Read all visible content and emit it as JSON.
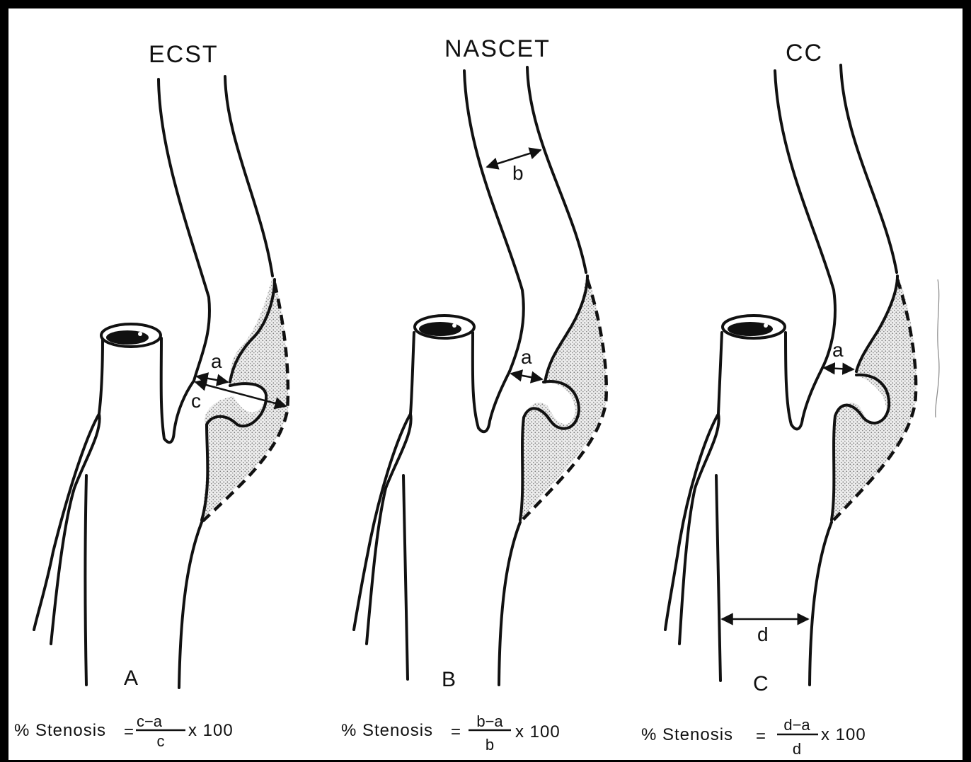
{
  "panels": [
    {
      "title": "ECST",
      "panel_letter": "A",
      "measures": [
        "a",
        "c"
      ],
      "formula": {
        "prefix": "% Stenosis",
        "numerator": "c−a",
        "denominator": "c",
        "suffix": "x 100"
      }
    },
    {
      "title": "NASCET",
      "panel_letter": "B",
      "measures": [
        "b",
        "a"
      ],
      "formula": {
        "prefix": "% Stenosis",
        "numerator": "b−a",
        "denominator": "b",
        "suffix": "x 100"
      }
    },
    {
      "title": "CC",
      "panel_letter": "C",
      "measures": [
        "a",
        "d"
      ],
      "formula": {
        "prefix": "% Stenosis",
        "numerator": "d−a",
        "denominator": "d",
        "suffix": "x 100"
      }
    }
  ],
  "colors": {
    "background": "#000000",
    "paper": "#ffffff",
    "ink": "#111111",
    "plaque_stipple": "#9a9a9a"
  }
}
